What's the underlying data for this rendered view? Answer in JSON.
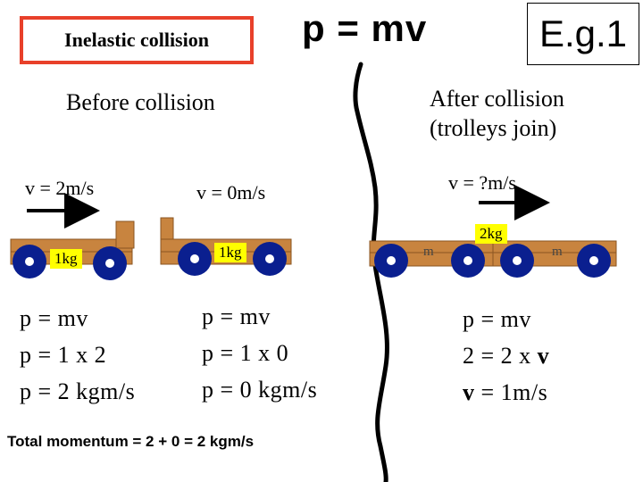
{
  "header": {
    "title": "Inelastic collision",
    "formula": "p = mv",
    "example": "E.g.1"
  },
  "before": {
    "heading": "Before collision",
    "trolley_a": {
      "velocity": "v = 2m/s",
      "mass": "1kg"
    },
    "trolley_b": {
      "velocity": "v = 0m/s",
      "mass": "1kg"
    },
    "calc_a": [
      "p = mv",
      "p = 1 x 2",
      "p = 2 kgm/s"
    ],
    "calc_b": [
      "p = mv",
      "p = 1 x 0",
      "p = 0 kgm/s"
    ],
    "total": "Total momentum = 2 + 0 = 2 kgm/s"
  },
  "after": {
    "heading_line1": "After collision",
    "heading_line2": "(trolleys join)",
    "velocity": "v = ?m/s",
    "mass": "2kg",
    "trolley_marks": [
      "m",
      "m"
    ],
    "calc": {
      "line1": "p = mv",
      "line2_prefix": "2 = 2 x ",
      "line2_var": "v",
      "line3_var": "v",
      "line3_rest": " = 1m/s"
    }
  },
  "colors": {
    "title_border": "#e8402a",
    "mass_label": "#ffff00",
    "wood": "#c8843f",
    "wheel": "#0a1f8f",
    "hub": "#ffffff"
  }
}
